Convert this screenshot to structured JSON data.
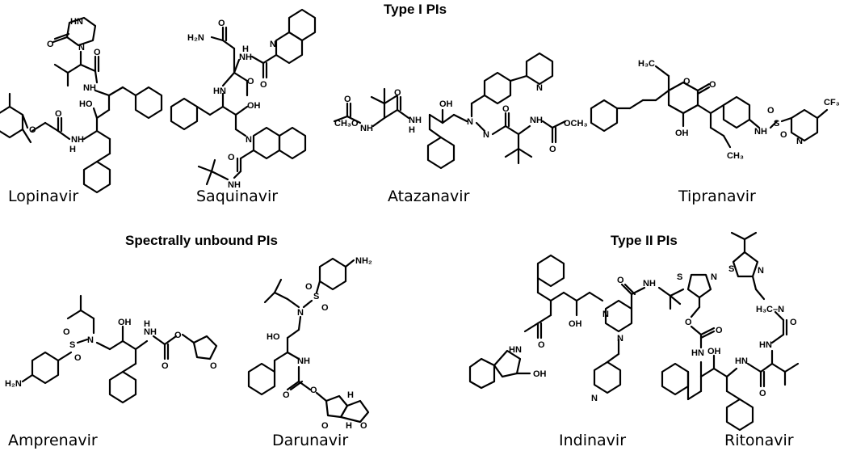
{
  "headings": {
    "type1": "Type I PIs",
    "unbound": "Spectrally unbound PIs",
    "type2": "Type II PIs"
  },
  "drugs": {
    "lopinavir": "Lopinavir",
    "saquinavir": "Saquinavir",
    "atazanavir": "Atazanavir",
    "tipranavir": "Tipranavir",
    "amprenavir": "Amprenavir",
    "darunavir": "Darunavir",
    "indinavir": "Indinavir",
    "ritonavir": "Ritonavir"
  },
  "atom_labels": {
    "N": "N",
    "O": "O",
    "H": "H",
    "S": "S",
    "NH": "NH",
    "HN": "HN",
    "OH": "OH",
    "HO": "HO",
    "NH2": "NH₂",
    "H2N": "H₂N",
    "CH3": "CH₃",
    "H3C": "H₃C",
    "CH3O": "CH₃O",
    "OCH3": "OCH₃",
    "CF3": "CF₃",
    "H3CN": "H₃C–N"
  }
}
